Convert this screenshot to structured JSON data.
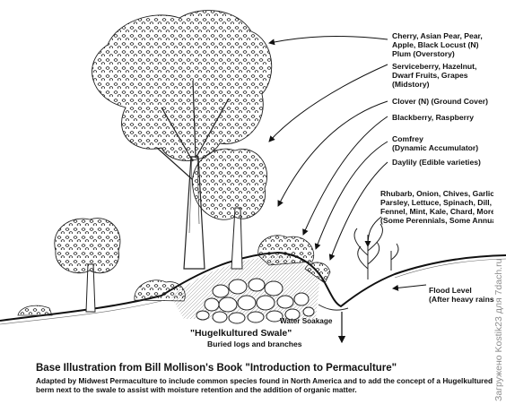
{
  "labels": {
    "overstory": [
      "Cherry, Asian Pear, Pear,",
      "Apple, Black Locust (N)",
      "Plum (Overstory)"
    ],
    "midstory": [
      "Serviceberry, Hazelnut,",
      "Dwarf Fruits, Grapes",
      "(Midstory)"
    ],
    "ground_cover": [
      "Clover (N) (Ground Cover)"
    ],
    "blackberry": [
      "Blackberry, Raspberry"
    ],
    "comfrey": [
      "Comfrey",
      "(Dynamic Accumulator)"
    ],
    "daylily": [
      "Daylily (Edible varieties)"
    ],
    "perennials": [
      "Rhubarb, Onion, Chives, Garlic,",
      "Parsley, Lettuce, Spinach, Dill,",
      "Fennel, Mint, Kale, Chard, More.",
      "(Some Perennials, Some Annual"
    ],
    "flood": [
      "Flood Level",
      "(After heavy rains"
    ]
  },
  "swale": {
    "title": "\"Hugelkultured Swale\"",
    "subtitle": "Buried logs and branches",
    "water": "Water Soakage"
  },
  "footer": {
    "title": "Base Illustration from Bill Mollison's Book \"Introduction to Permaculture\"",
    "caption": "Adapted by Midwest Permaculture to include common species found in North America and to add the concept of a Hugelkultured berm next to the swale to assist with moisture retention and the addition of organic matter."
  },
  "watermark": "Загружено Kostik23 для 7dach.ru"
}
